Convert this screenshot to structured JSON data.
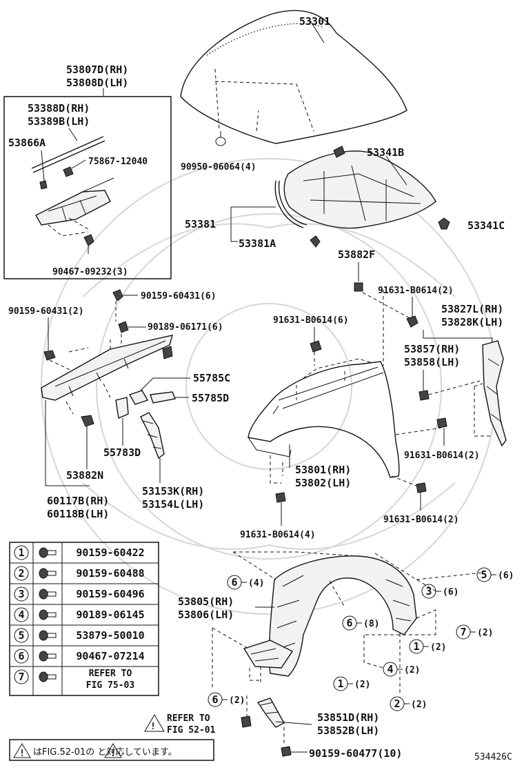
{
  "labels": {
    "hood": "53301",
    "hood_hinge_rh": "53807D(RH)",
    "hood_hinge_lh": "53808D(LH)",
    "seal_rh": "53388D(RH)",
    "seal_lh": "53389B(LH)",
    "seal_clip": "53866A",
    "clip_75867": "75867-12040",
    "bolt_90467_09232": "90467-09232(3)",
    "cushion_90950": "90950-06064(4)",
    "insulator": "53341B",
    "insulator_clip": "53341C",
    "rod_53381": "53381",
    "rod_53381a": "53381A",
    "part_53882f": "53882F",
    "bolt_91631_top": "91631-B0614(2)",
    "bracket_rh": "53827L(RH)",
    "bracket_lh": "53828K(LH)",
    "bolt_90159_60431_6": "90159-60431(6)",
    "bolt_90159_60431_2": "90159-60431(2)",
    "clip_90189_06171": "90189-06171(6)",
    "bolt_91631_6": "91631-B0614(6)",
    "bracket2_rh": "53857(RH)",
    "bracket2_lh": "53858(LH)",
    "part_55785c": "55785C",
    "part_55785d": "55785D",
    "part_55783d": "55783D",
    "bolt_91631_mid": "91631-B0614(2)",
    "part_53882n": "53882N",
    "fender_rh": "53801(RH)",
    "fender_lh": "53802(LH)",
    "panel_rh": "60117B(RH)",
    "panel_lh": "60118B(LH)",
    "seal2_rh": "53153K(RH)",
    "seal2_lh": "53154L(LH)",
    "bolt_91631_4": "91631-B0614(4)",
    "bolt_91631_bot": "91631-B0614(2)",
    "liner_rh": "53805(RH)",
    "liner_lh": "53806(LH)",
    "splash_rh": "53851D(RH)",
    "splash_lh": "53852B(LH)",
    "refer_line1": "REFER TO",
    "refer_line2": "FIG 52-01",
    "bolt_90159_60477": "90159-60477(10)",
    "note_text": "はFIG.52-01の  と対応しています。",
    "figure_code": "534426C"
  },
  "callouts": [
    {
      "num": "6",
      "qty": "(4)"
    },
    {
      "num": "5",
      "qty": "(6)"
    },
    {
      "num": "3",
      "qty": "(6)"
    },
    {
      "num": "6",
      "qty": "(8)"
    },
    {
      "num": "7",
      "qty": "(2)"
    },
    {
      "num": "1",
      "qty": "(2)"
    },
    {
      "num": "4",
      "qty": "(2)"
    },
    {
      "num": "1",
      "qty": "(2)"
    },
    {
      "num": "2",
      "qty": "(2)"
    },
    {
      "num": "6",
      "qty": "(2)"
    }
  ],
  "legend": [
    {
      "num": "1",
      "part": "90159-60422"
    },
    {
      "num": "2",
      "part": "90159-60488"
    },
    {
      "num": "3",
      "part": "90159-60496"
    },
    {
      "num": "4",
      "part": "90189-06145"
    },
    {
      "num": "5",
      "part": "53879-50010"
    },
    {
      "num": "6",
      "part": "90467-07214"
    },
    {
      "num": "7",
      "part_line1": "REFER TO",
      "part_line2": "FIG 75-03"
    }
  ]
}
